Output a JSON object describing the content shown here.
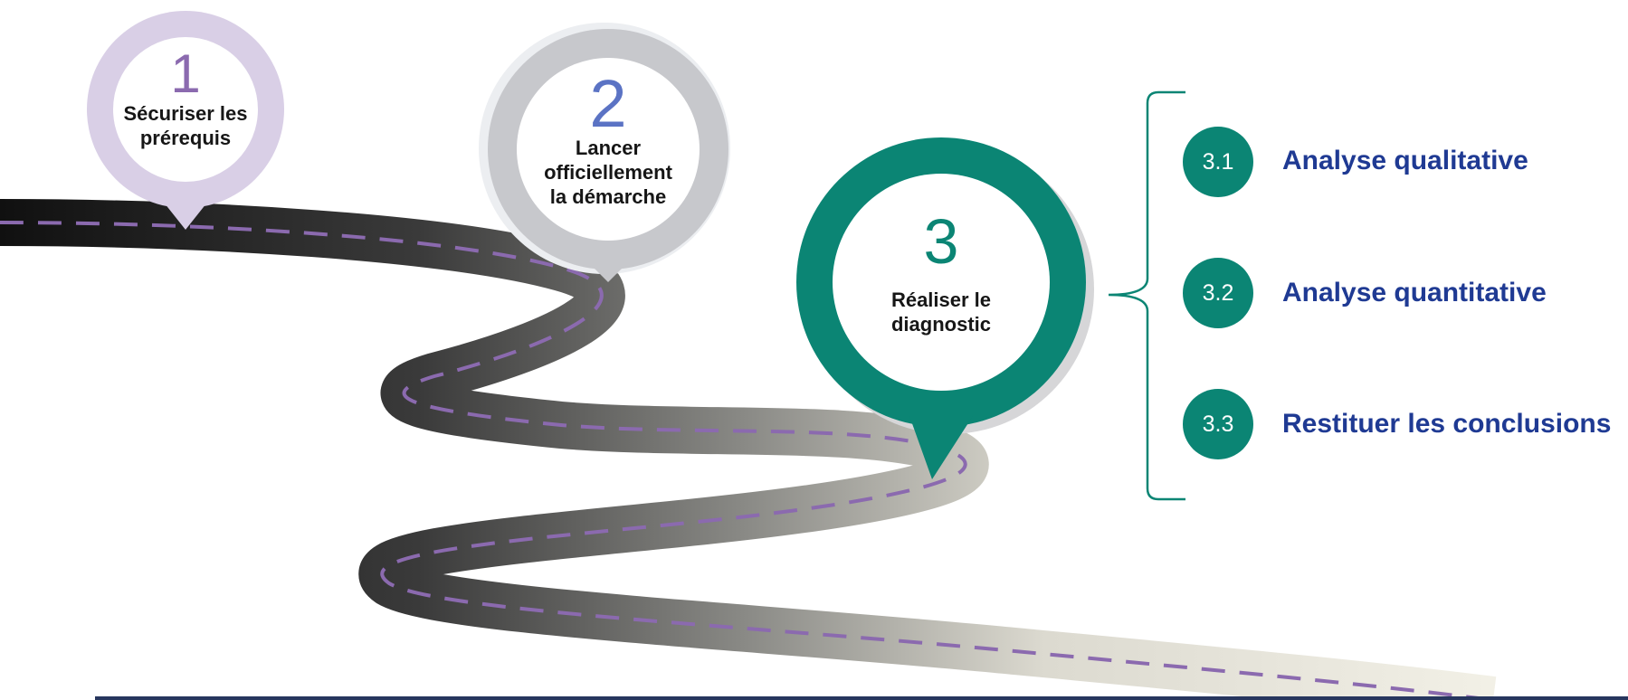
{
  "steps": [
    {
      "number": "1",
      "title_lines": [
        "Sécuriser les",
        "prérequis"
      ],
      "color": "#d9cfe6",
      "number_color": "#8b6aaf"
    },
    {
      "number": "2",
      "title_lines": [
        "Lancer",
        "officiellement",
        "la démarche"
      ],
      "color": "#c7c8cc",
      "number_color": "#5b73c4"
    },
    {
      "number": "3",
      "title_lines": [
        "Réaliser le",
        "diagnostic"
      ],
      "color": "#0b8574",
      "number_color": "#0b8574"
    }
  ],
  "substeps": [
    {
      "number": "3.1",
      "label": "Analyse qualitative"
    },
    {
      "number": "3.2",
      "label": "Analyse quantitative"
    },
    {
      "number": "3.3",
      "label": "Restituer les conclusions"
    }
  ],
  "colors": {
    "road_dark": "#2b2b2b",
    "road_light": "#ecebe2",
    "dash": "#8b6aaf",
    "accent": "#0b8574",
    "sub_text": "#1f3a93",
    "rule": "#27365e"
  }
}
